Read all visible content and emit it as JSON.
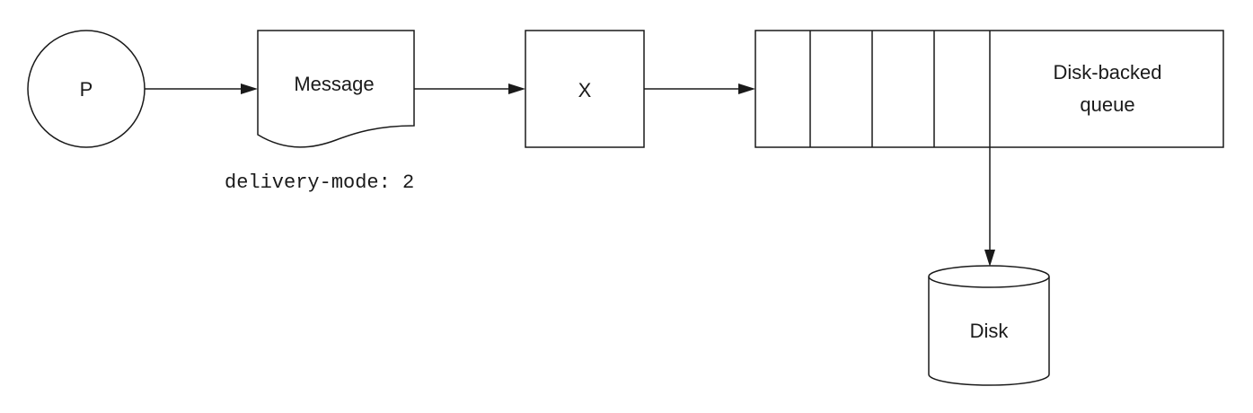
{
  "nodes": {
    "producer": {
      "label": "P"
    },
    "message": {
      "label": "Message"
    },
    "exchange": {
      "label": "X"
    },
    "queue": {
      "label_line1": "Disk-backed",
      "label_line2": "queue"
    },
    "disk": {
      "label": "Disk"
    }
  },
  "annotation": {
    "text": "delivery-mode: 2"
  }
}
